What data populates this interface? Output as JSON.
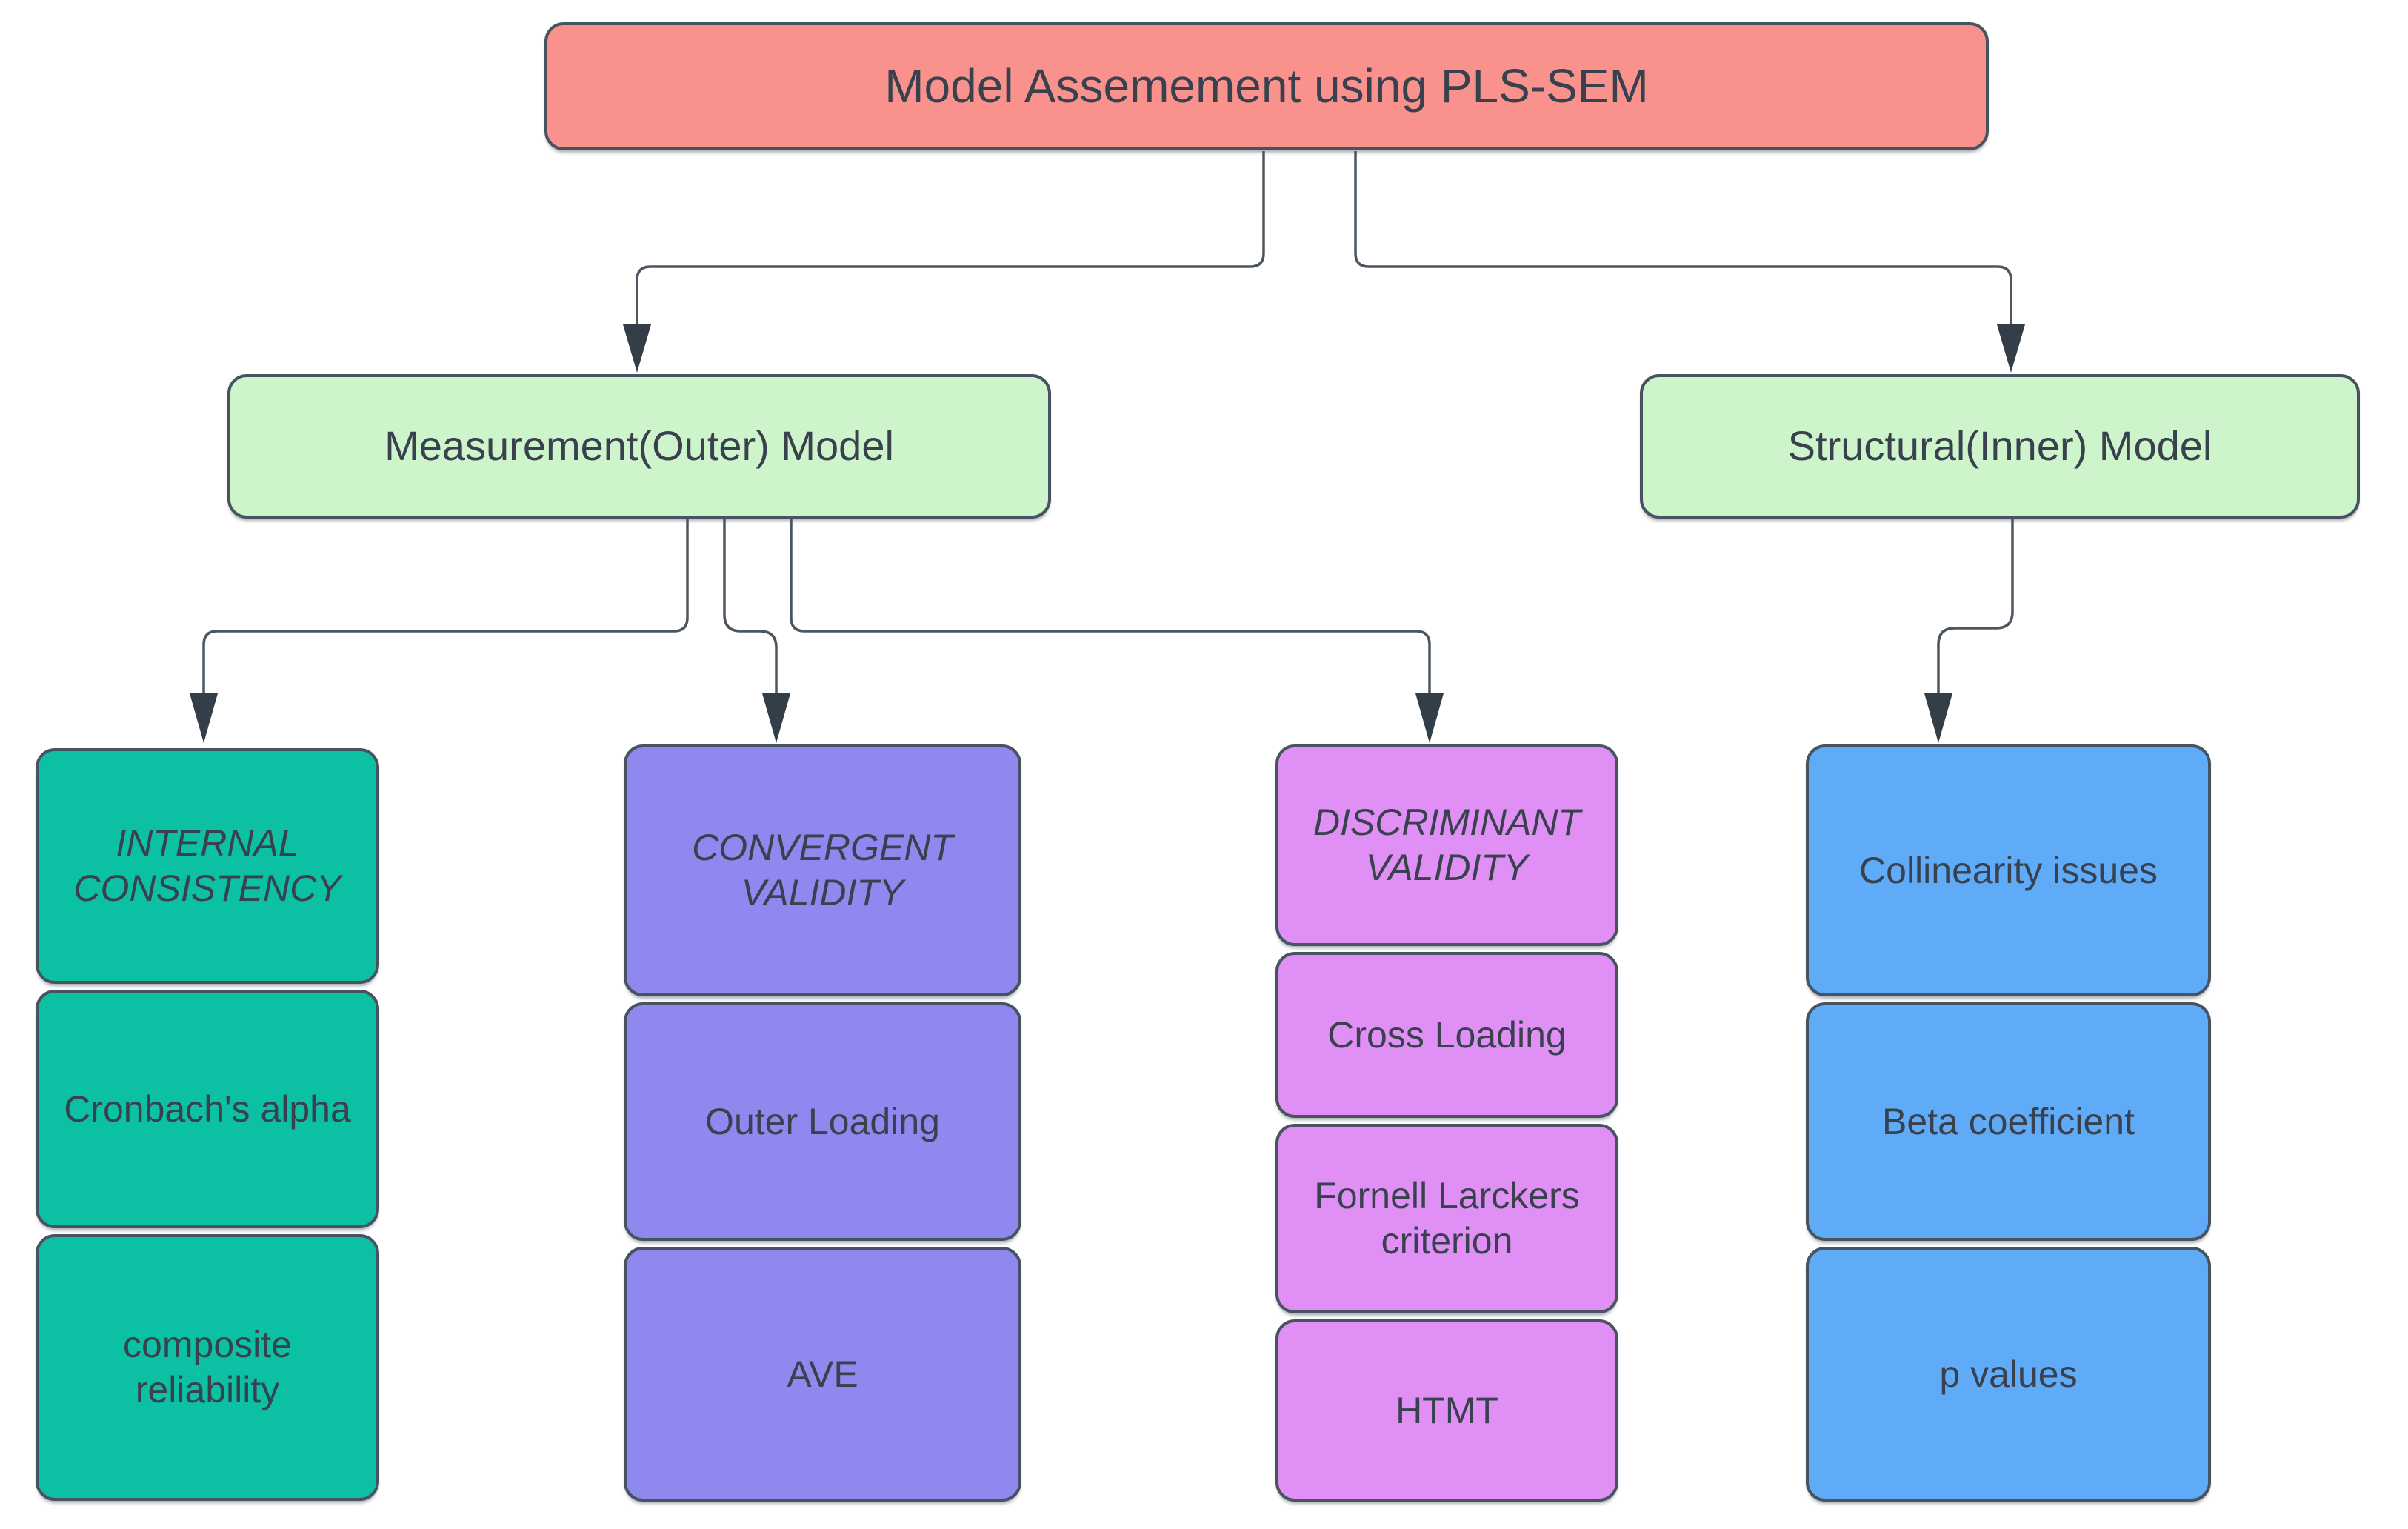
{
  "colors": {
    "root_fill": "#F9928C",
    "branch_fill": "#CDF4CB",
    "internal_consistency_fill": "#0CC1A3",
    "convergent_validity_fill": "#8E88EF",
    "discriminant_validity_fill": "#E08FF5",
    "structural_checks_fill": "#5FABF8",
    "node_border": "#475460",
    "connector": "#4C5660",
    "text": "#39414F"
  },
  "root": {
    "label": "Model Assemement using PLS-SEM"
  },
  "branches": [
    {
      "label": "Measurement(Outer) Model"
    },
    {
      "label": "Structural(Inner) Model"
    }
  ],
  "columns": [
    {
      "name": "internal-consistency",
      "boxes": [
        {
          "text": "INTERNAL CONSISTENCY",
          "emphasis": true
        },
        {
          "text": "Cronbach's alpha"
        },
        {
          "text": "composite reliability"
        }
      ]
    },
    {
      "name": "convergent-validity",
      "boxes": [
        {
          "text": "CONVERGENT VALIDITY",
          "emphasis": true
        },
        {
          "text": "Outer Loading"
        },
        {
          "text": "AVE"
        }
      ]
    },
    {
      "name": "discriminant-validity",
      "boxes": [
        {
          "text": "DISCRIMINANT VALIDITY",
          "emphasis": true
        },
        {
          "text": "Cross Loading"
        },
        {
          "text": "Fornell Larckers criterion"
        },
        {
          "text": "HTMT"
        }
      ]
    },
    {
      "name": "structural-checks",
      "boxes": [
        {
          "text": "Collinearity issues"
        },
        {
          "text": "Beta coefficient"
        },
        {
          "text": "p values"
        }
      ]
    }
  ]
}
